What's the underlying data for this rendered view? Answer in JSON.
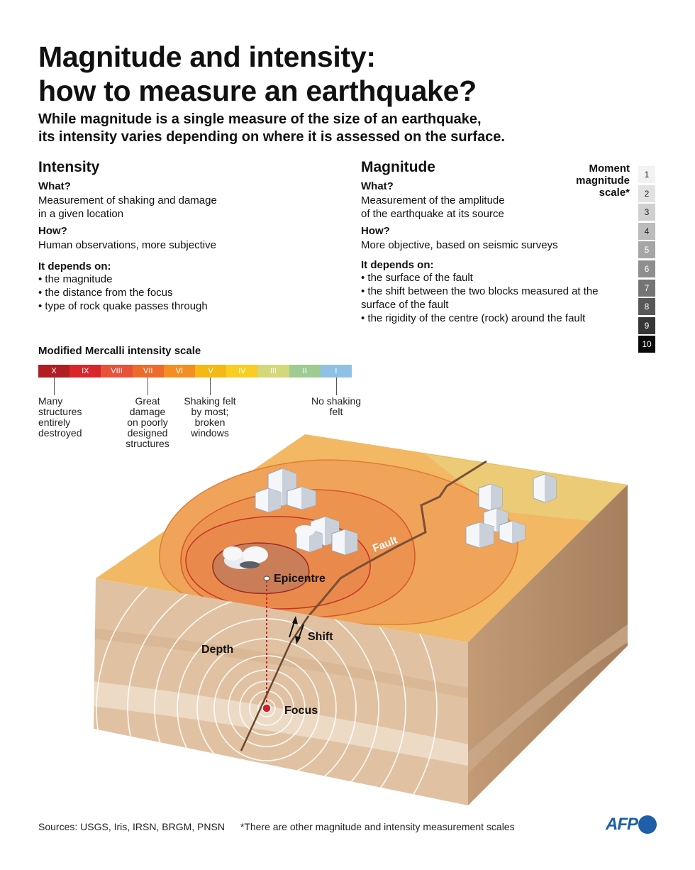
{
  "title": {
    "line1": "Magnitude and intensity:",
    "line2": "how to measure an earthquake?"
  },
  "subtitle": {
    "line1": "While magnitude is a single measure of the size of an earthquake,",
    "line2": "its intensity varies depending on where it is assessed on the surface."
  },
  "intensity": {
    "heading": "Intensity",
    "what_label": "What?",
    "what_line1": "Measurement of shaking and damage",
    "what_line2": "in a given location",
    "how_label": "How?",
    "how_text": "Human observations, more subjective",
    "depends_label": "It depends on:",
    "depends": [
      "the magnitude",
      "the distance from the focus",
      "type of rock quake passes through"
    ]
  },
  "magnitude": {
    "heading": "Magnitude",
    "what_label": "What?",
    "what_line1": "Measurement of the amplitude",
    "what_line2": "of the earthquake at its source",
    "how_label": "How?",
    "how_text": "More objective, based on seismic surveys",
    "depends_label": "It depends on:",
    "depends": [
      "the surface of the fault",
      "the shift between the two blocks measured at the surface of the fault",
      "the rigidity of the centre  (rock) around the fault"
    ]
  },
  "moment_scale": {
    "title_line1": "Moment",
    "title_line2": "magnitude",
    "title_line3": "scale*",
    "levels": [
      "1",
      "2",
      "3",
      "4",
      "5",
      "6",
      "7",
      "8",
      "9",
      "10"
    ],
    "colors": [
      "#f2f2f2",
      "#e2e2e2",
      "#d0d0d0",
      "#bcbcbc",
      "#a6a6a6",
      "#8e8e8e",
      "#747474",
      "#585858",
      "#363636",
      "#0a0a0a"
    ],
    "text_colors": [
      "#222",
      "#222",
      "#222",
      "#222",
      "#fff",
      "#fff",
      "#fff",
      "#fff",
      "#fff",
      "#fff"
    ]
  },
  "mercalli": {
    "title": "Modified Mercalli intensity scale",
    "levels": [
      "X",
      "IX",
      "VIII",
      "VII",
      "VI",
      "V",
      "IV",
      "III",
      "II",
      "I"
    ],
    "colors": [
      "#b01e23",
      "#d9262c",
      "#e8513a",
      "#ec6b2d",
      "#f28f22",
      "#f5b915",
      "#f7ce21",
      "#d4d77a",
      "#9fcb92",
      "#8ec1e3"
    ],
    "annotations": {
      "many_line1": "Many",
      "many_line2": "structures",
      "many_line3": "entirely",
      "many_line4": "destroyed",
      "great_line1": "Great",
      "great_line2": "damage",
      "great_line3": "on poorly",
      "great_line4": "designed",
      "great_line5": "structures",
      "shaking_line1": "Shaking felt",
      "shaking_line2": "by most;",
      "shaking_line3": "broken",
      "shaking_line4": "windows",
      "noshake_line1": "No shaking",
      "noshake_line2": "felt"
    }
  },
  "diagram_labels": {
    "epicentre": "Epicentre",
    "fault": "Fault",
    "shift": "Shift",
    "depth": "Depth",
    "focus": "Focus"
  },
  "footer": {
    "sources": "Sources: USGS, Iris, IRSN, BRGM, PNSN",
    "note": "*There are other magnitude and intensity measurement scales"
  },
  "logo": "AFP"
}
